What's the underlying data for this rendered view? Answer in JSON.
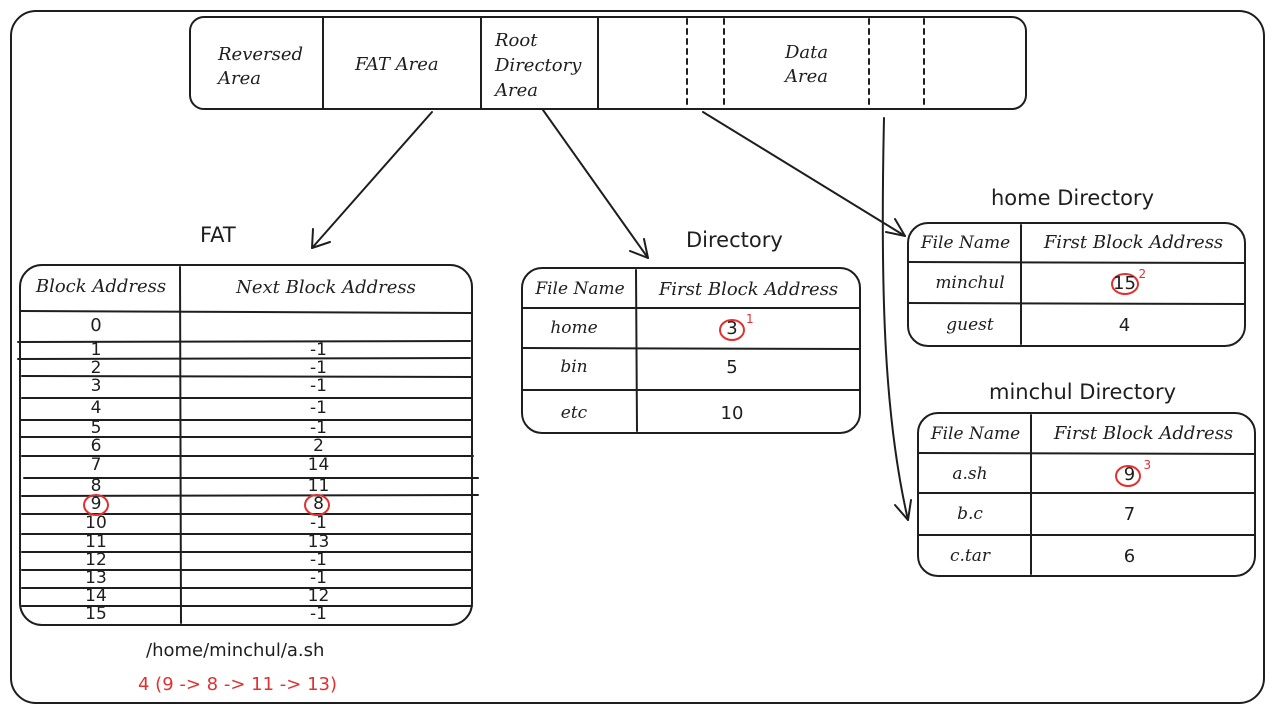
{
  "layout_bar": {
    "segments": [
      "Reversed\nArea",
      "FAT Area",
      "Root\nDirectory\nArea",
      "Data\nArea"
    ]
  },
  "fat": {
    "title": "FAT",
    "headers": [
      "Block Address",
      "Next Block Address"
    ],
    "rows": [
      {
        "block": "0",
        "next": ""
      },
      {
        "block": "1",
        "next": "-1"
      },
      {
        "block": "2",
        "next": "-1"
      },
      {
        "block": "3",
        "next": "-1"
      },
      {
        "block": "4",
        "next": "-1"
      },
      {
        "block": "5",
        "next": "-1"
      },
      {
        "block": "6",
        "next": "2"
      },
      {
        "block": "7",
        "next": "14"
      },
      {
        "block": "8",
        "next": "11"
      },
      {
        "block": "9",
        "next": "8"
      },
      {
        "block": "10",
        "next": "-1"
      },
      {
        "block": "11",
        "next": "13"
      },
      {
        "block": "12",
        "next": "-1"
      },
      {
        "block": "13",
        "next": "-1"
      },
      {
        "block": "14",
        "next": "12"
      },
      {
        "block": "15",
        "next": "-1"
      }
    ]
  },
  "root_dir": {
    "title": "Directory",
    "headers": [
      "File Name",
      "First Block Address"
    ],
    "rows": [
      {
        "name": "home",
        "addr": "3",
        "note": "1"
      },
      {
        "name": "bin",
        "addr": "5",
        "note": ""
      },
      {
        "name": "etc",
        "addr": "10",
        "note": ""
      }
    ]
  },
  "home_dir": {
    "title": "home Directory",
    "headers": [
      "File Name",
      "First Block Address"
    ],
    "rows": [
      {
        "name": "minchul",
        "addr": "15",
        "note": "2"
      },
      {
        "name": "guest",
        "addr": "4",
        "note": ""
      }
    ]
  },
  "minchul_dir": {
    "title": "minchul Directory",
    "headers": [
      "File Name",
      "First Block Address"
    ],
    "rows": [
      {
        "name": "a.sh",
        "addr": "9",
        "note": "3"
      },
      {
        "name": "b.c",
        "addr": "7",
        "note": ""
      },
      {
        "name": "c.tar",
        "addr": "6",
        "note": ""
      }
    ]
  },
  "path": "/home/minchul/a.sh",
  "chain": "4 (9 -> 8 -> 11 -> 13)",
  "colors": {
    "ink": "#1e1e1e",
    "highlight": "#e03131"
  }
}
